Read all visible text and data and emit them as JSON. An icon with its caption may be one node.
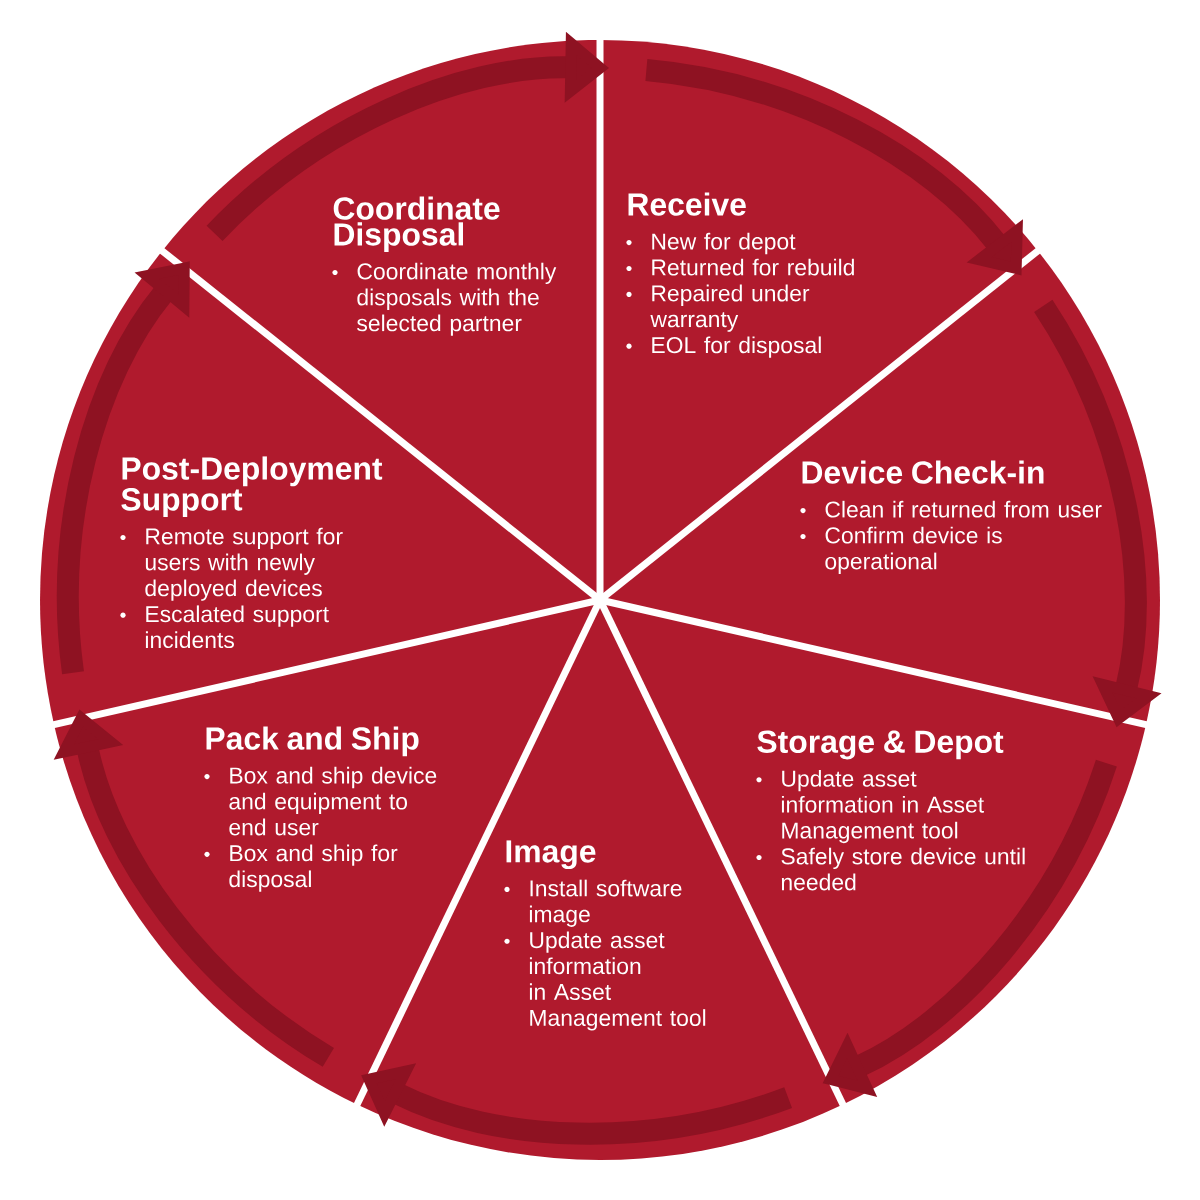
{
  "diagram": {
    "nodes": [
      {
        "text": [
          "Receive",
          "New for depot",
          "Returned  for rebuild",
          "Repaired under warranty",
          "EOL for disposal"
        ]
      },
      {
        "text": [
          "Device Check-in",
          "Clean if returned  from user",
          "Confirm device is operational"
        ]
      },
      {
        "text": [
          "Storage & Depot",
          "Update asset information in Asset Management tool",
          "Safely store device until needed"
        ]
      },
      {
        "text": [
          "Image",
          "Install software image",
          "Update asset information in Asset Management tool"
        ]
      },
      {
        "text": [
          "Pack and Ship",
          "Box and ship device and equipment to end user",
          "Box and ship for disposal"
        ]
      },
      {
        "text": [
          "Post-Deployment Support",
          "Remote support for users with newly deployed devices",
          "Escalated support incidents"
        ]
      },
      {
        "text": [
          "Coordinate Disposal",
          "Coordinate monthly disposals with the selected partner"
        ]
      }
    ],
    "edges": [
      {
        "from": 0,
        "to": 1,
        "arrow": "to"
      },
      {
        "from": 1,
        "to": 2,
        "arrow": "to"
      },
      {
        "from": 2,
        "to": 3,
        "arrow": "to"
      },
      {
        "from": 3,
        "to": 4,
        "arrow": "to"
      },
      {
        "from": 4,
        "to": 5,
        "arrow": "to"
      },
      {
        "from": 5,
        "to": 6,
        "arrow": "to"
      },
      {
        "from": 6,
        "to": 0,
        "arrow": "to"
      }
    ]
  }
}
